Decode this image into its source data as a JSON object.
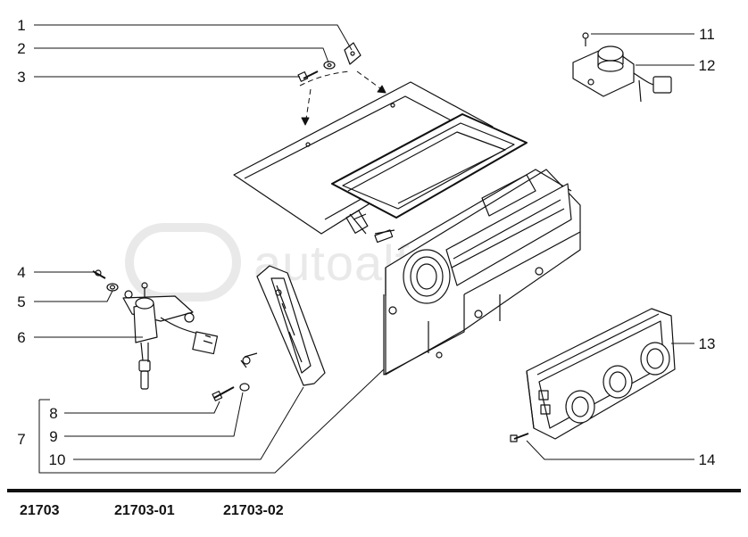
{
  "watermark": {
    "text": "autoalfa.ru"
  },
  "callouts": [
    {
      "n": "1"
    },
    {
      "n": "2"
    },
    {
      "n": "3"
    },
    {
      "n": "4"
    },
    {
      "n": "5"
    },
    {
      "n": "6"
    },
    {
      "n": "7"
    },
    {
      "n": "8"
    },
    {
      "n": "9"
    },
    {
      "n": "10"
    },
    {
      "n": "11"
    },
    {
      "n": "12"
    },
    {
      "n": "13"
    },
    {
      "n": "14"
    }
  ],
  "footer": {
    "models": [
      "21703",
      "21703-01",
      "21703-02"
    ]
  },
  "colors": {
    "ink": "#111111",
    "watermark": "#e9e9e9",
    "background": "#ffffff"
  }
}
